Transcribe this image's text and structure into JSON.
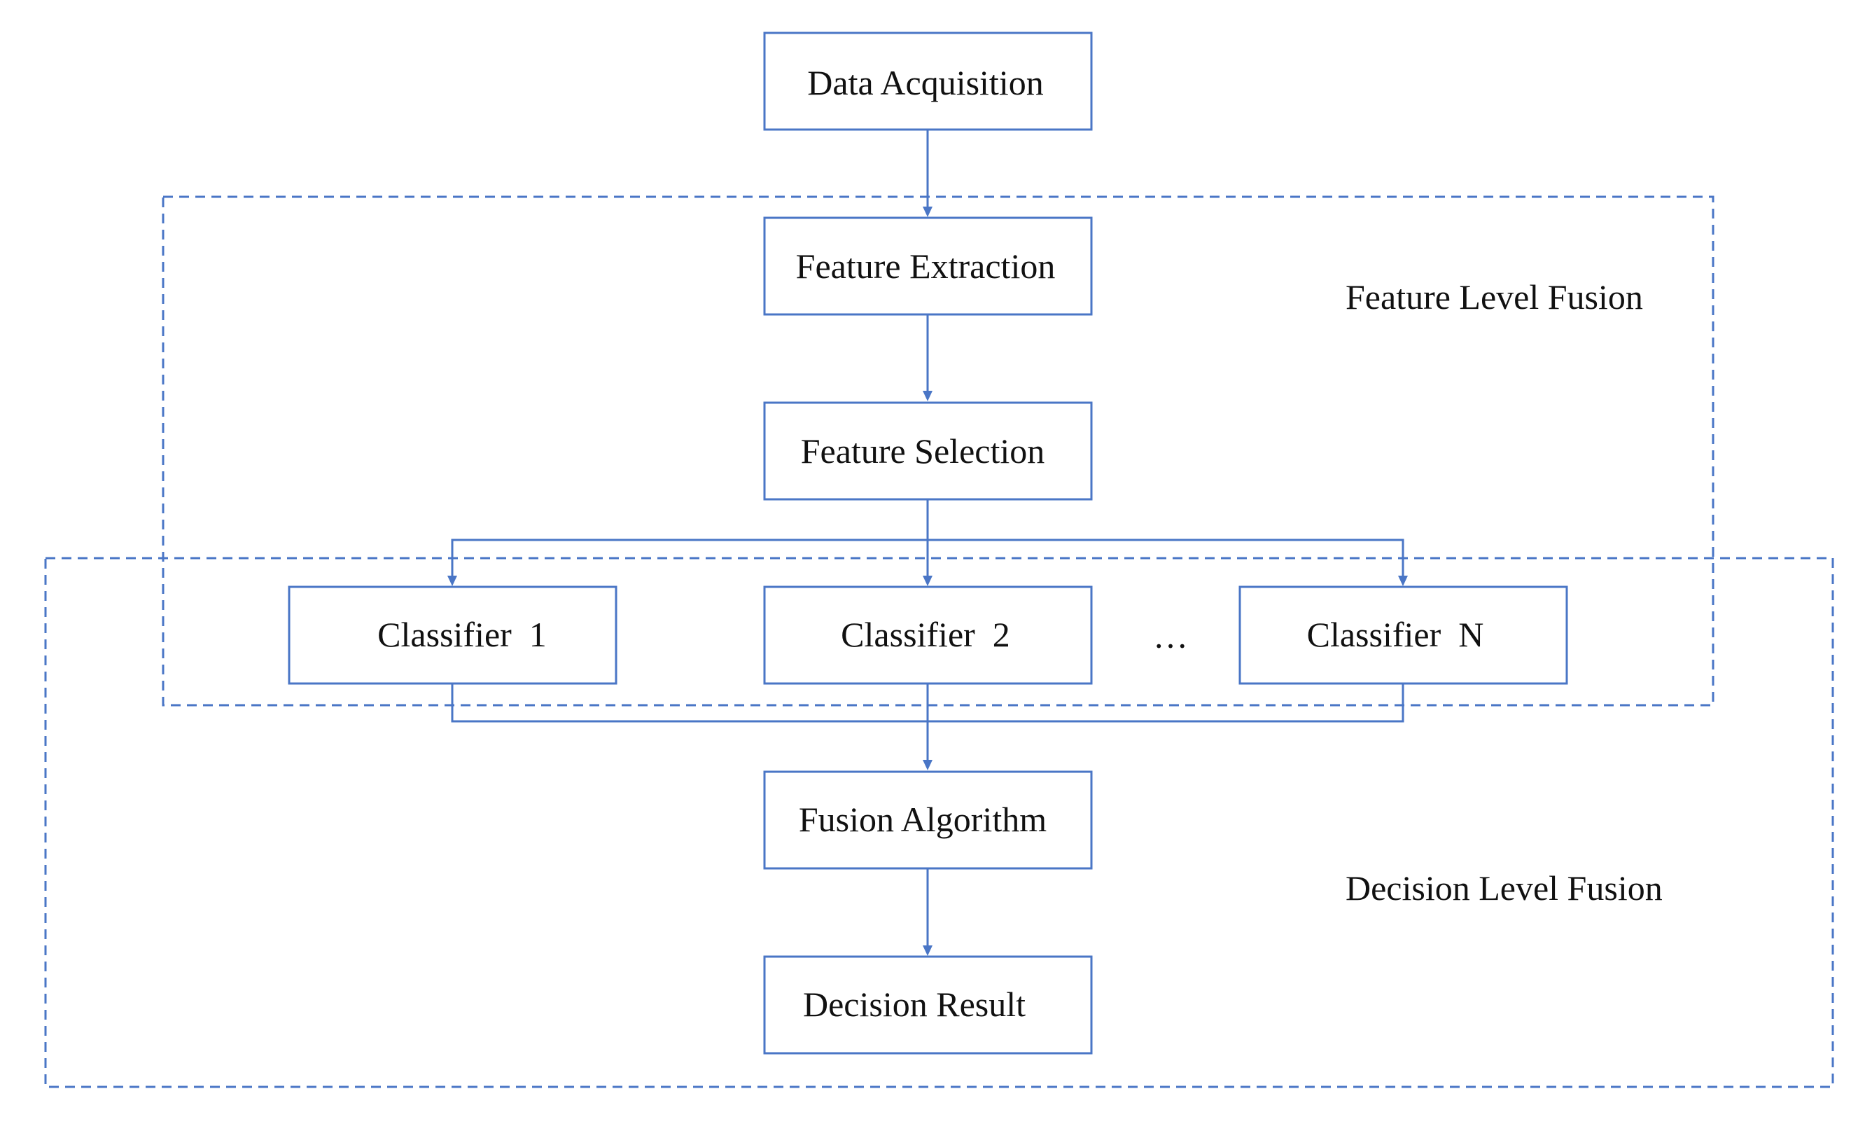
{
  "nodes": {
    "data_acquisition": "Data Acquisition",
    "feature_extraction": "Feature Extraction",
    "feature_selection": "Feature Selection",
    "classifier_1": "Classifier  1",
    "classifier_2": "Classifier  2",
    "ellipsis": "…",
    "classifier_n": "Classifier  N",
    "fusion_algorithm": "Fusion Algorithm",
    "decision_result": "Decision Result"
  },
  "groups": {
    "feature_level": "Feature Level Fusion",
    "decision_level": "Decision Level Fusion"
  },
  "colors": {
    "line": "#4a76c6",
    "text": "#111111"
  }
}
